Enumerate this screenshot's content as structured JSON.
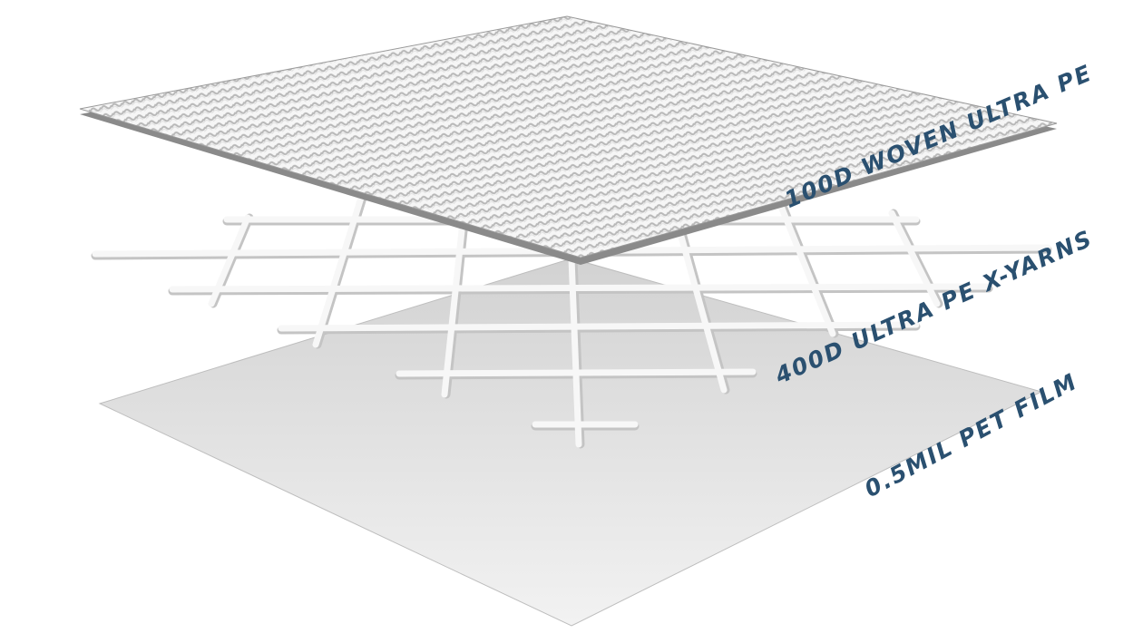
{
  "layers": [
    {
      "label": "100D WOVEN ULTRA PE"
    },
    {
      "label": "400D ULTRA PE X-YARNS"
    },
    {
      "label": "0.5MIL PET FILM"
    }
  ],
  "colors": {
    "label": "#2a5070",
    "film": "#e4e4e4",
    "yarn": "#f4f4f4",
    "weave": "#d8d8d8"
  }
}
